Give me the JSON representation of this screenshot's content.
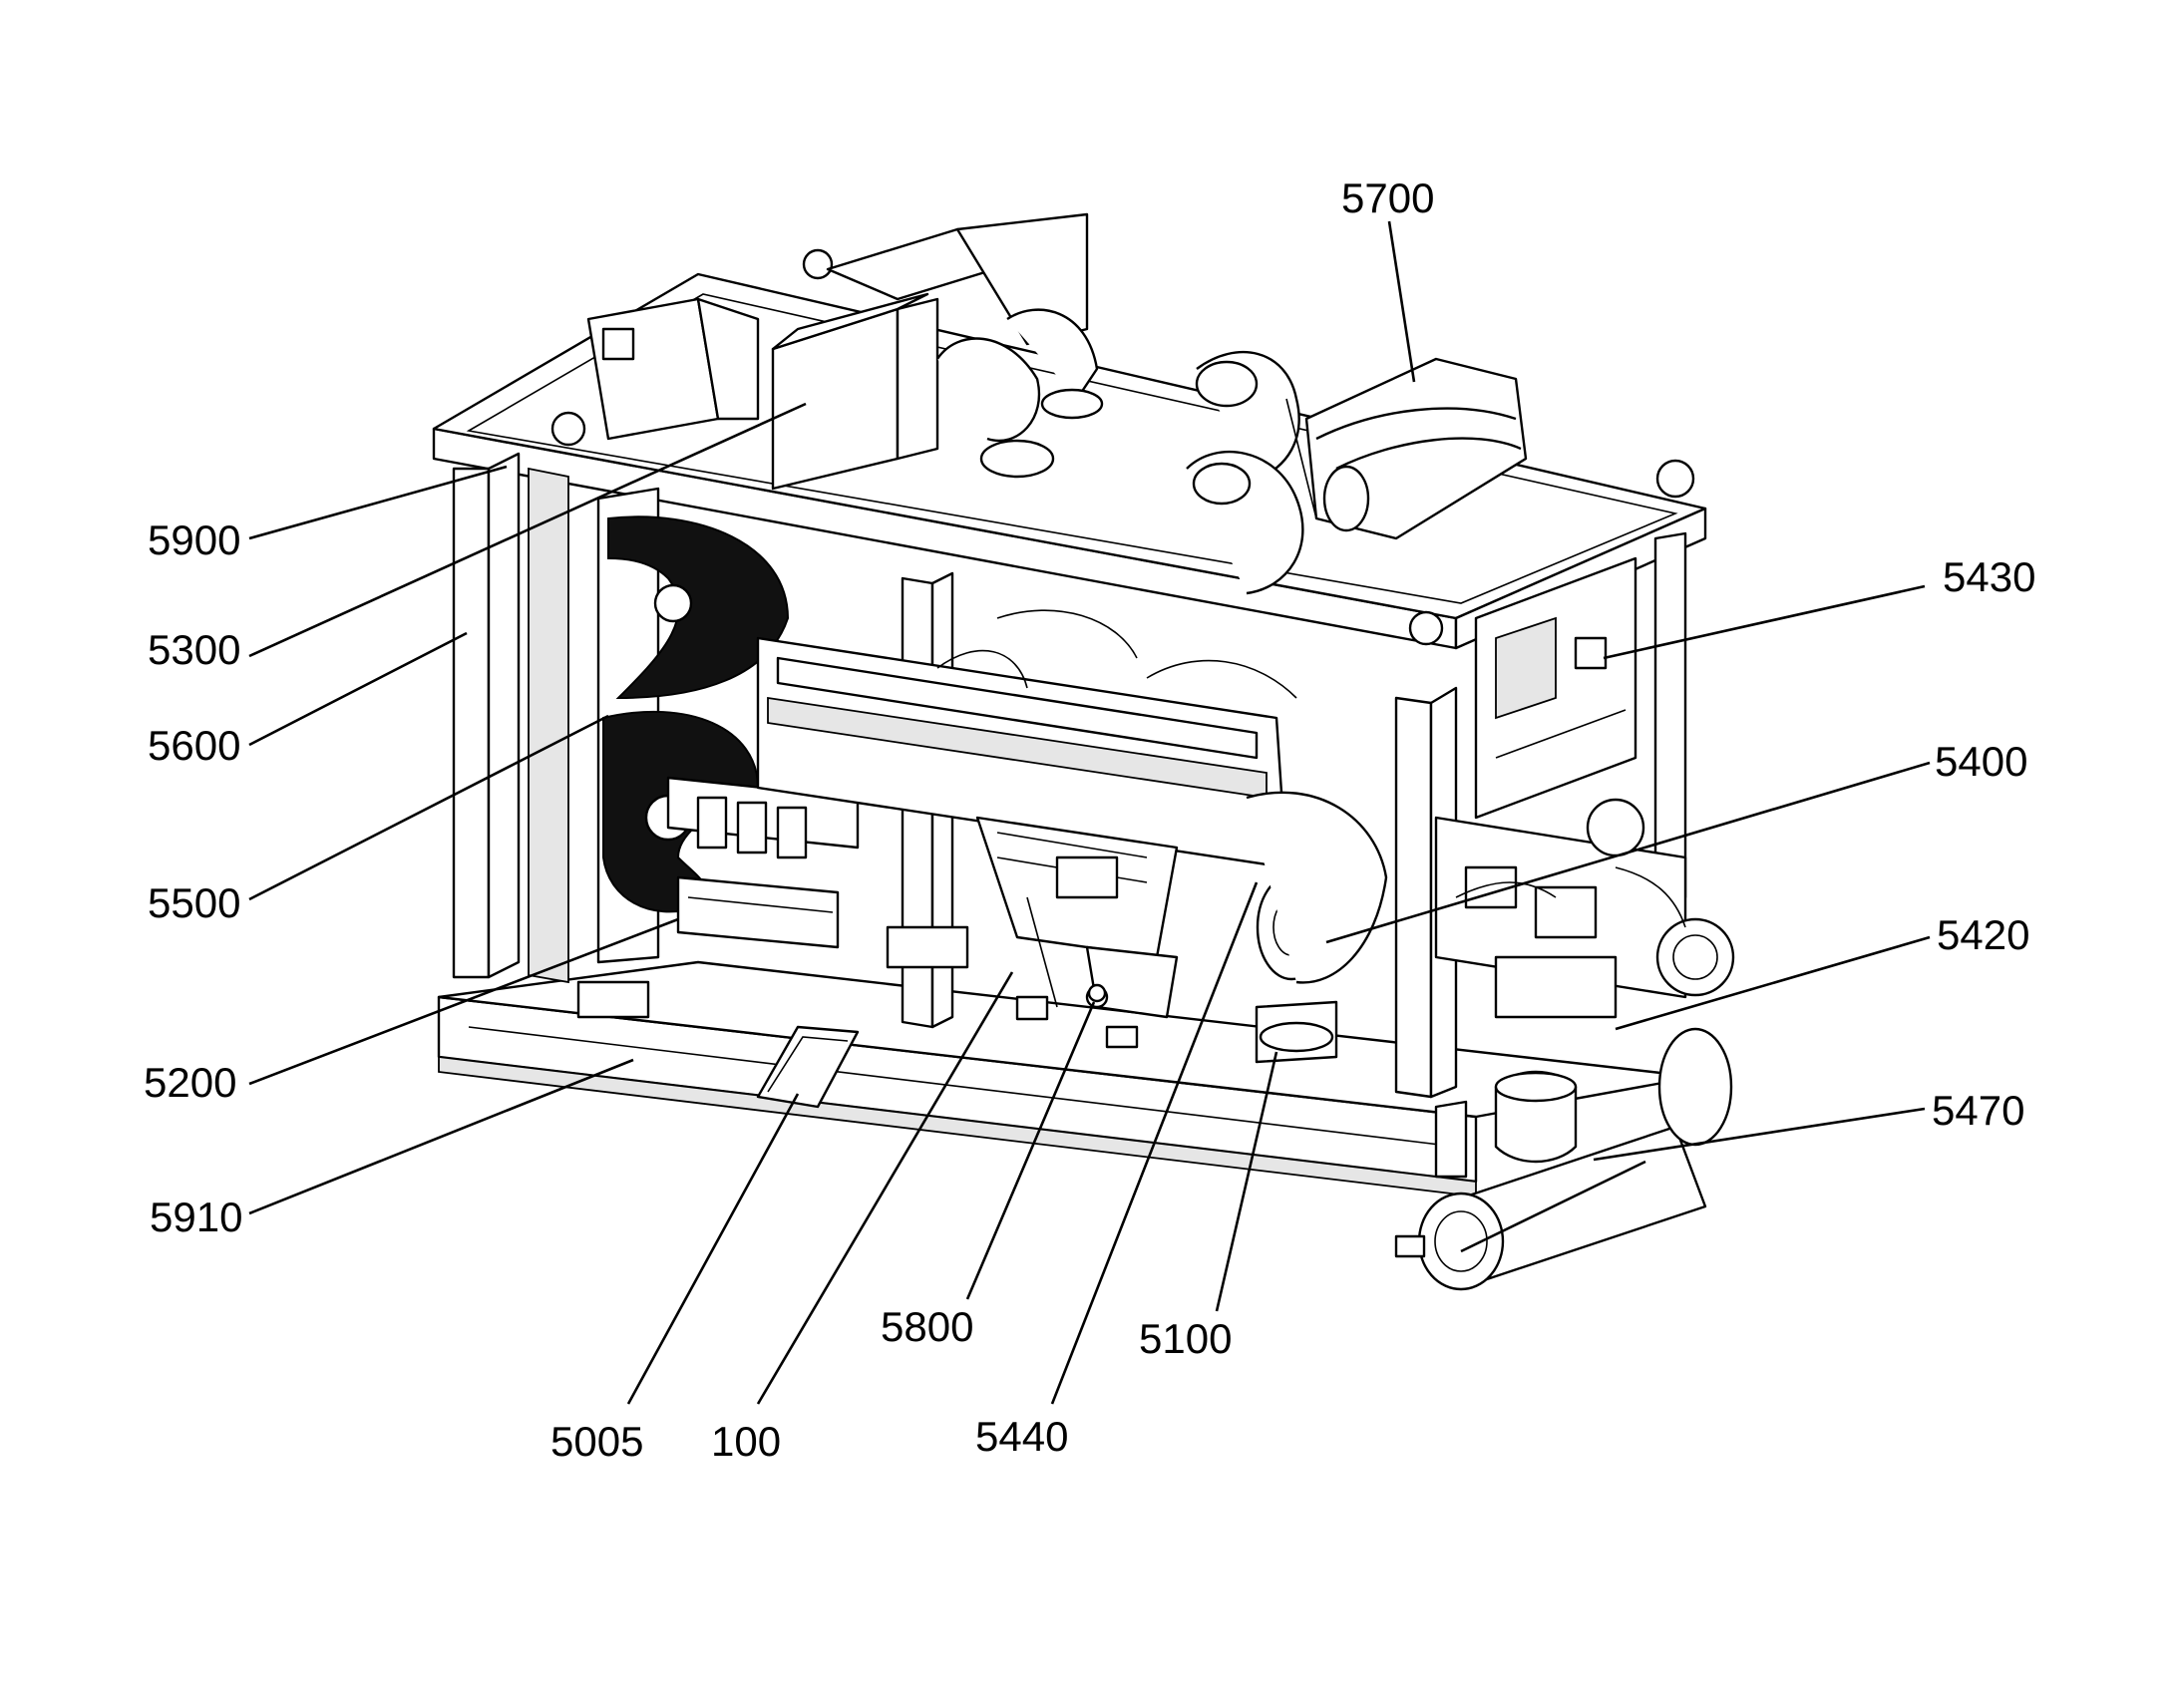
{
  "labels": {
    "r5700": "5700",
    "r5900": "5900",
    "r5300": "5300",
    "r5600": "5600",
    "r5500": "5500",
    "r5200": "5200",
    "r5910": "5910",
    "r5005": "5005",
    "r100": "100",
    "r5800": "5800",
    "r5440": "5440",
    "r5100": "5100",
    "r5430": "5430",
    "r5400": "5400",
    "r5420": "5420",
    "r5470": "5470"
  }
}
